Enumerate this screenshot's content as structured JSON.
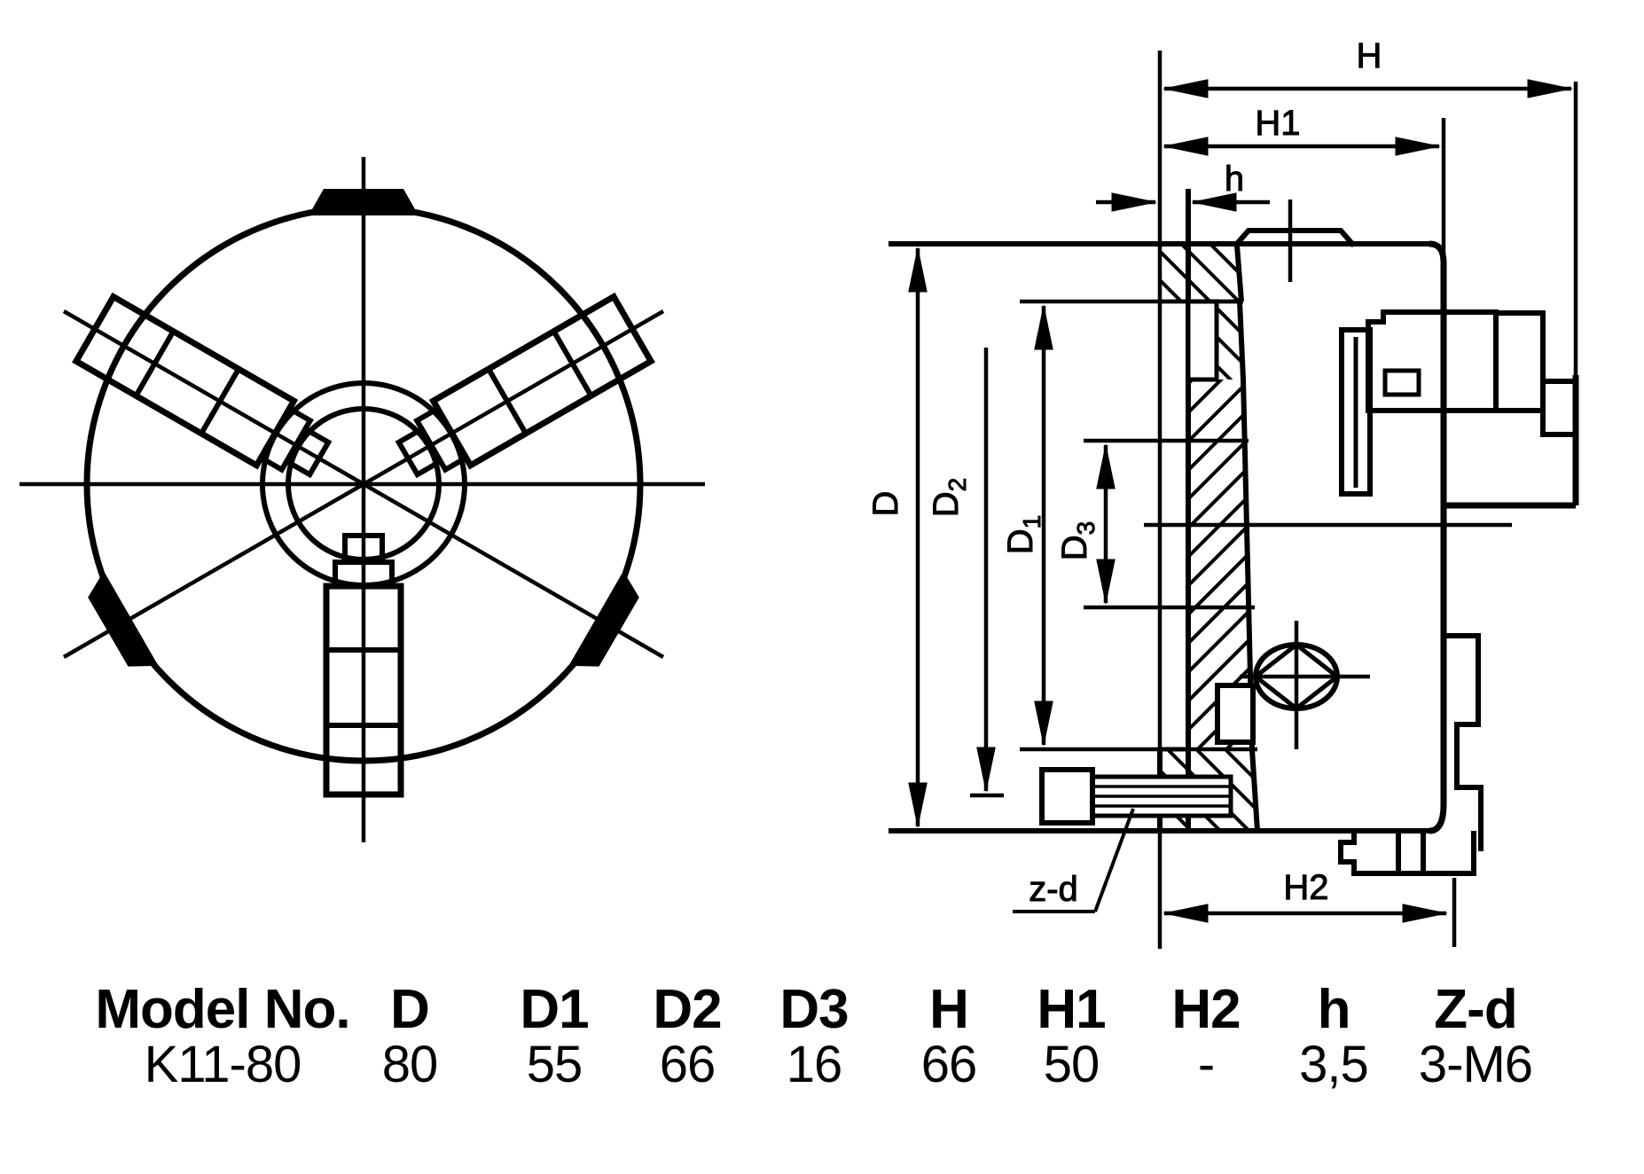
{
  "colors": {
    "ink": "#000000",
    "paper": "#ffffff"
  },
  "side_view": {
    "dim_labels": {
      "H": "H",
      "H1": "H1",
      "h": "h",
      "H2": "H2",
      "zd": "z-d",
      "D": {
        "base": "D",
        "sub": ""
      },
      "D1": {
        "base": "D",
        "sub": "1"
      },
      "D2": {
        "base": "D",
        "sub": "2"
      },
      "D3": {
        "base": "D",
        "sub": "3"
      }
    }
  },
  "table": {
    "headers": [
      "Model No.",
      "D",
      "D1",
      "D2",
      "D3",
      "H",
      "H1",
      "H2",
      "h",
      "Z-d"
    ],
    "row": [
      "K11-80",
      "80",
      "55",
      "66",
      "16",
      "66",
      "50",
      "-",
      "3,5",
      "3-M6"
    ]
  }
}
